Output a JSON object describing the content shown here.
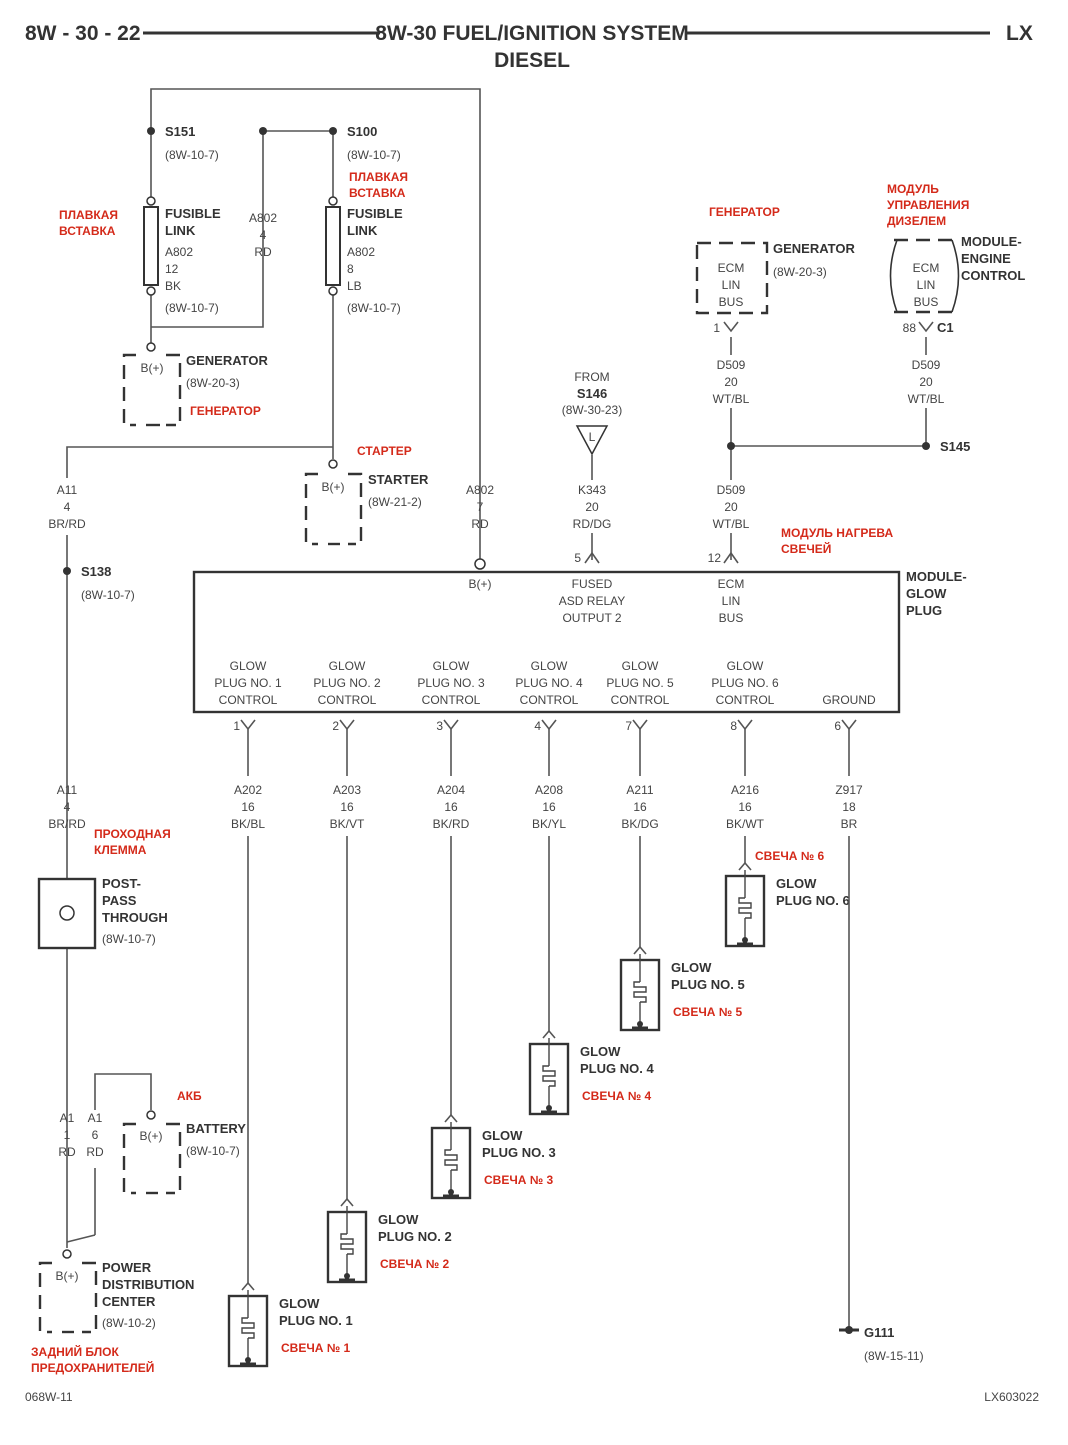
{
  "header": {
    "page_number": "8W - 30 - 22",
    "title": "8W-30 FUEL/IGNITION SYSTEM",
    "subtitle": "DIESEL",
    "platform": "LX"
  },
  "footer": {
    "left_code": "068W-11",
    "right_code": "LX603022"
  },
  "splices": {
    "s151": {
      "name": "S151",
      "ref": "(8W-10-7)"
    },
    "s100": {
      "name": "S100",
      "ref": "(8W-10-7)"
    },
    "s138": {
      "name": "S138",
      "ref": "(8W-10-7)"
    },
    "s145": {
      "name": "S145"
    }
  },
  "fusible_links": {
    "left": {
      "line1": "FUSIBLE",
      "line2": "LINK",
      "circuit": "A802",
      "gauge": "12",
      "color": "BK",
      "ref": "(8W-10-7)",
      "ru": [
        "ПЛАВКАЯ",
        "ВСТАВКА"
      ]
    },
    "right": {
      "line1": "FUSIBLE",
      "line2": "LINK",
      "circuit": "A802",
      "gauge": "8",
      "color": "LB",
      "ref": "(8W-10-7)",
      "ru": [
        "ПЛАВКАЯ",
        "ВСТАВКА"
      ]
    }
  },
  "wires": {
    "a802_4": [
      "A802",
      "4",
      "RD"
    ],
    "a802_7": [
      "A802",
      "7",
      "RD"
    ],
    "a11_upper": [
      "A11",
      "4",
      "BR/RD"
    ],
    "a11_lower": [
      "A11",
      "4",
      "BR/RD"
    ],
    "a1_1": [
      "A1",
      "1",
      "RD"
    ],
    "a1_6": [
      "A1",
      "6",
      "RD"
    ],
    "k343": [
      "K343",
      "20",
      "RD/DG"
    ],
    "d509_upper": [
      "D509",
      "20",
      "WT/BL"
    ],
    "d509_s145": [
      "D509",
      "20",
      "WT/BL"
    ],
    "d509_lower": [
      "D509",
      "20",
      "WT/BL"
    ]
  },
  "components": {
    "generator_left": {
      "pin": "B(+)",
      "name": "GENERATOR",
      "ref": "(8W-20-3)",
      "ru": "ГЕНЕРАТОР"
    },
    "starter": {
      "pin": "B(+)",
      "name": "STARTER",
      "ref": "(8W-21-2)",
      "ru": "СТАРТЕР"
    },
    "generator_right": {
      "inner": [
        "ECM",
        "LIN",
        "BUS"
      ],
      "name": "GENERATOR",
      "ref": "(8W-20-3)",
      "pin": "1",
      "ru": "ГЕНЕРАТОР"
    },
    "ecm": {
      "inner": [
        "ECM",
        "LIN",
        "BUS"
      ],
      "name": [
        "MODULE-",
        "ENGINE",
        "CONTROL"
      ],
      "pin": "88",
      "connector": "C1",
      "ru": [
        "МОДУЛЬ",
        "УПРАВЛЕНИЯ",
        "ДИЗЕЛЕМ"
      ]
    },
    "from_s146": {
      "line1": "FROM",
      "line2": "S146",
      "ref": "(8W-30-23)",
      "symbol": "L"
    },
    "pass_through": {
      "name": [
        "POST-",
        "PASS",
        "THROUGH"
      ],
      "ref": "(8W-10-7)",
      "ru": [
        "ПРОХОДНАЯ",
        "КЛЕММА"
      ]
    },
    "battery": {
      "pin": "B(+)",
      "name": "BATTERY",
      "ref": "(8W-10-7)",
      "ru": "АКБ"
    },
    "pdc": {
      "pin": "B(+)",
      "name": [
        "POWER",
        "DISTRIBUTION",
        "CENTER"
      ],
      "ref": "(8W-10-2)",
      "ru": [
        "ЗАДНИЙ БЛОК",
        "ПРЕДОХРАНИТЕЛЕЙ"
      ]
    },
    "ground": {
      "name": "G111",
      "ref": "(8W-15-11)"
    }
  },
  "module": {
    "name": [
      "MODULE-",
      "GLOW",
      "PLUG"
    ],
    "ru": [
      "МОДУЛЬ НАГРЕВА",
      "СВЕЧЕЙ"
    ],
    "top_pins": [
      {
        "pin": "",
        "label": [
          "B(+)"
        ]
      },
      {
        "pin": "5",
        "label": [
          "FUSED",
          "ASD RELAY",
          "OUTPUT 2"
        ]
      },
      {
        "pin": "12",
        "label": [
          "ECM",
          "LIN",
          "BUS"
        ]
      }
    ]
  },
  "glow_outputs": [
    {
      "label": [
        "GLOW",
        "PLUG NO. 1",
        "CONTROL"
      ],
      "pin": "1",
      "circuit": "A202",
      "gauge": "16",
      "color": "BK/BL",
      "plug": [
        "GLOW",
        "PLUG NO. 1"
      ],
      "ru": "СВЕЧА № 1"
    },
    {
      "label": [
        "GLOW",
        "PLUG NO. 2",
        "CONTROL"
      ],
      "pin": "2",
      "circuit": "A203",
      "gauge": "16",
      "color": "BK/VT",
      "plug": [
        "GLOW",
        "PLUG NO. 2"
      ],
      "ru": "СВЕЧА № 2"
    },
    {
      "label": [
        "GLOW",
        "PLUG NO. 3",
        "CONTROL"
      ],
      "pin": "3",
      "circuit": "A204",
      "gauge": "16",
      "color": "BK/RD",
      "plug": [
        "GLOW",
        "PLUG NO. 3"
      ],
      "ru": "СВЕЧА № 3"
    },
    {
      "label": [
        "GLOW",
        "PLUG NO. 4",
        "CONTROL"
      ],
      "pin": "4",
      "circuit": "A208",
      "gauge": "16",
      "color": "BK/YL",
      "plug": [
        "GLOW",
        "PLUG NO. 4"
      ],
      "ru": "СВЕЧА № 4"
    },
    {
      "label": [
        "GLOW",
        "PLUG NO. 5",
        "CONTROL"
      ],
      "pin": "7",
      "circuit": "A211",
      "gauge": "16",
      "color": "BK/DG",
      "plug": [
        "GLOW",
        "PLUG NO. 5"
      ],
      "ru": "СВЕЧА № 5"
    },
    {
      "label": [
        "GLOW",
        "PLUG NO. 6",
        "CONTROL"
      ],
      "pin": "8",
      "circuit": "A216",
      "gauge": "16",
      "color": "BK/WT",
      "plug": [
        "GLOW",
        "PLUG NO. 6"
      ],
      "ru": "СВЕЧА № 6"
    }
  ],
  "ground_output": {
    "label": [
      "GROUND"
    ],
    "pin": "6",
    "circuit": "Z917",
    "gauge": "18",
    "color": "BR"
  },
  "colors": {
    "ink": "#333333",
    "wire": "#555555",
    "annotation": "#d42a1a",
    "background": "#ffffff"
  }
}
